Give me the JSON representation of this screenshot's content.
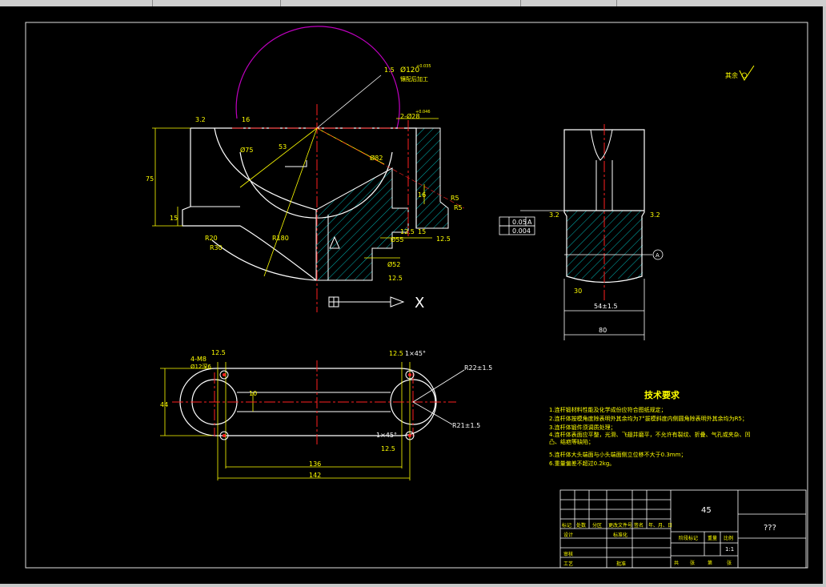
{
  "drawing": {
    "colors": {
      "background": "#000000",
      "outline": "#ffffff",
      "dimension": "#ffff00",
      "centerline": "#ff0000",
      "hatch": "#00c0c0",
      "arc": "#c000c0",
      "border": "#e0e0e0"
    },
    "front_view": {
      "dims": {
        "d120": "Ø120",
        "tol120": "+0.035",
        "rough_note": "镶配后加工",
        "r1_5": "1.5",
        "d16": "16",
        "rough32": "3.2",
        "d2x": "2-Ø28",
        "tol2x": "+0.046",
        "r75": "Ø75",
        "r53": "53",
        "d82": "Ø82",
        "h75": "75",
        "h15": "15",
        "d16v": "16",
        "r5a": "R5",
        "r5b": "R5",
        "r20": "R20",
        "r30": "R30",
        "r180": "R180",
        "rough125a": "12.5",
        "d55": "Ø55",
        "h15b": "15",
        "rough125b": "12.5",
        "d52": "Ø52",
        "rough125c": "12.5"
      },
      "axis_label": "X"
    },
    "side_view": {
      "tol_flat": "0.05",
      "tol_flat_ref": "A",
      "tol_flat2": "0.004",
      "rough32a": "3.2",
      "rough32b": "3.2",
      "d30": "30",
      "d54": "54±1.5",
      "d80": "80",
      "datum": "A"
    },
    "top_view": {
      "holes": "4-M8",
      "hole_depth": "Ø12深6",
      "rough125l": "12.5",
      "rough125r": "12.5",
      "chamfer1": "1×45°",
      "r22": "R22±1.5",
      "r21": "R21±1.5",
      "d44": "44",
      "d10": "10",
      "chamfer2": "1×45°",
      "rough125b": "12.5",
      "d136": "136",
      "d142": "142"
    },
    "corner_roughness": "其余",
    "tech_req": {
      "title": "技术要求",
      "items": [
        "1.连杆锻材料性能及化学成份应符合图纸规定；",
        "2.连杆体按模角度除表明外其余均为7°拔模斜度内侧圆角除表明外其余均为R5；",
        "3.连杆体锻件须调质处理；",
        "4.连杆体表面应平整，光滑、飞翅并磨平，不允许有裂纹、折叠、气孔或夹杂、凹凸、结疤等缺陷；",
        "5.连杆体大头端面与小头端面侧立位移不大于0.3mm；",
        "6.重量偏差不超过0.2kg。"
      ]
    },
    "title_block": {
      "material": "45",
      "part_name": "???",
      "scale": "1:1",
      "col_labels": [
        "标记",
        "处数",
        "分区",
        "更改文件号",
        "签名",
        "年、月、日"
      ],
      "design": "设计",
      "standard": "标准化",
      "check": "审核",
      "process": "工艺",
      "approve": "批准",
      "stage": "阶段标记",
      "weight": "重量",
      "ratio": "比例",
      "sheet_row": [
        "共",
        "张",
        "第",
        "张"
      ]
    }
  }
}
